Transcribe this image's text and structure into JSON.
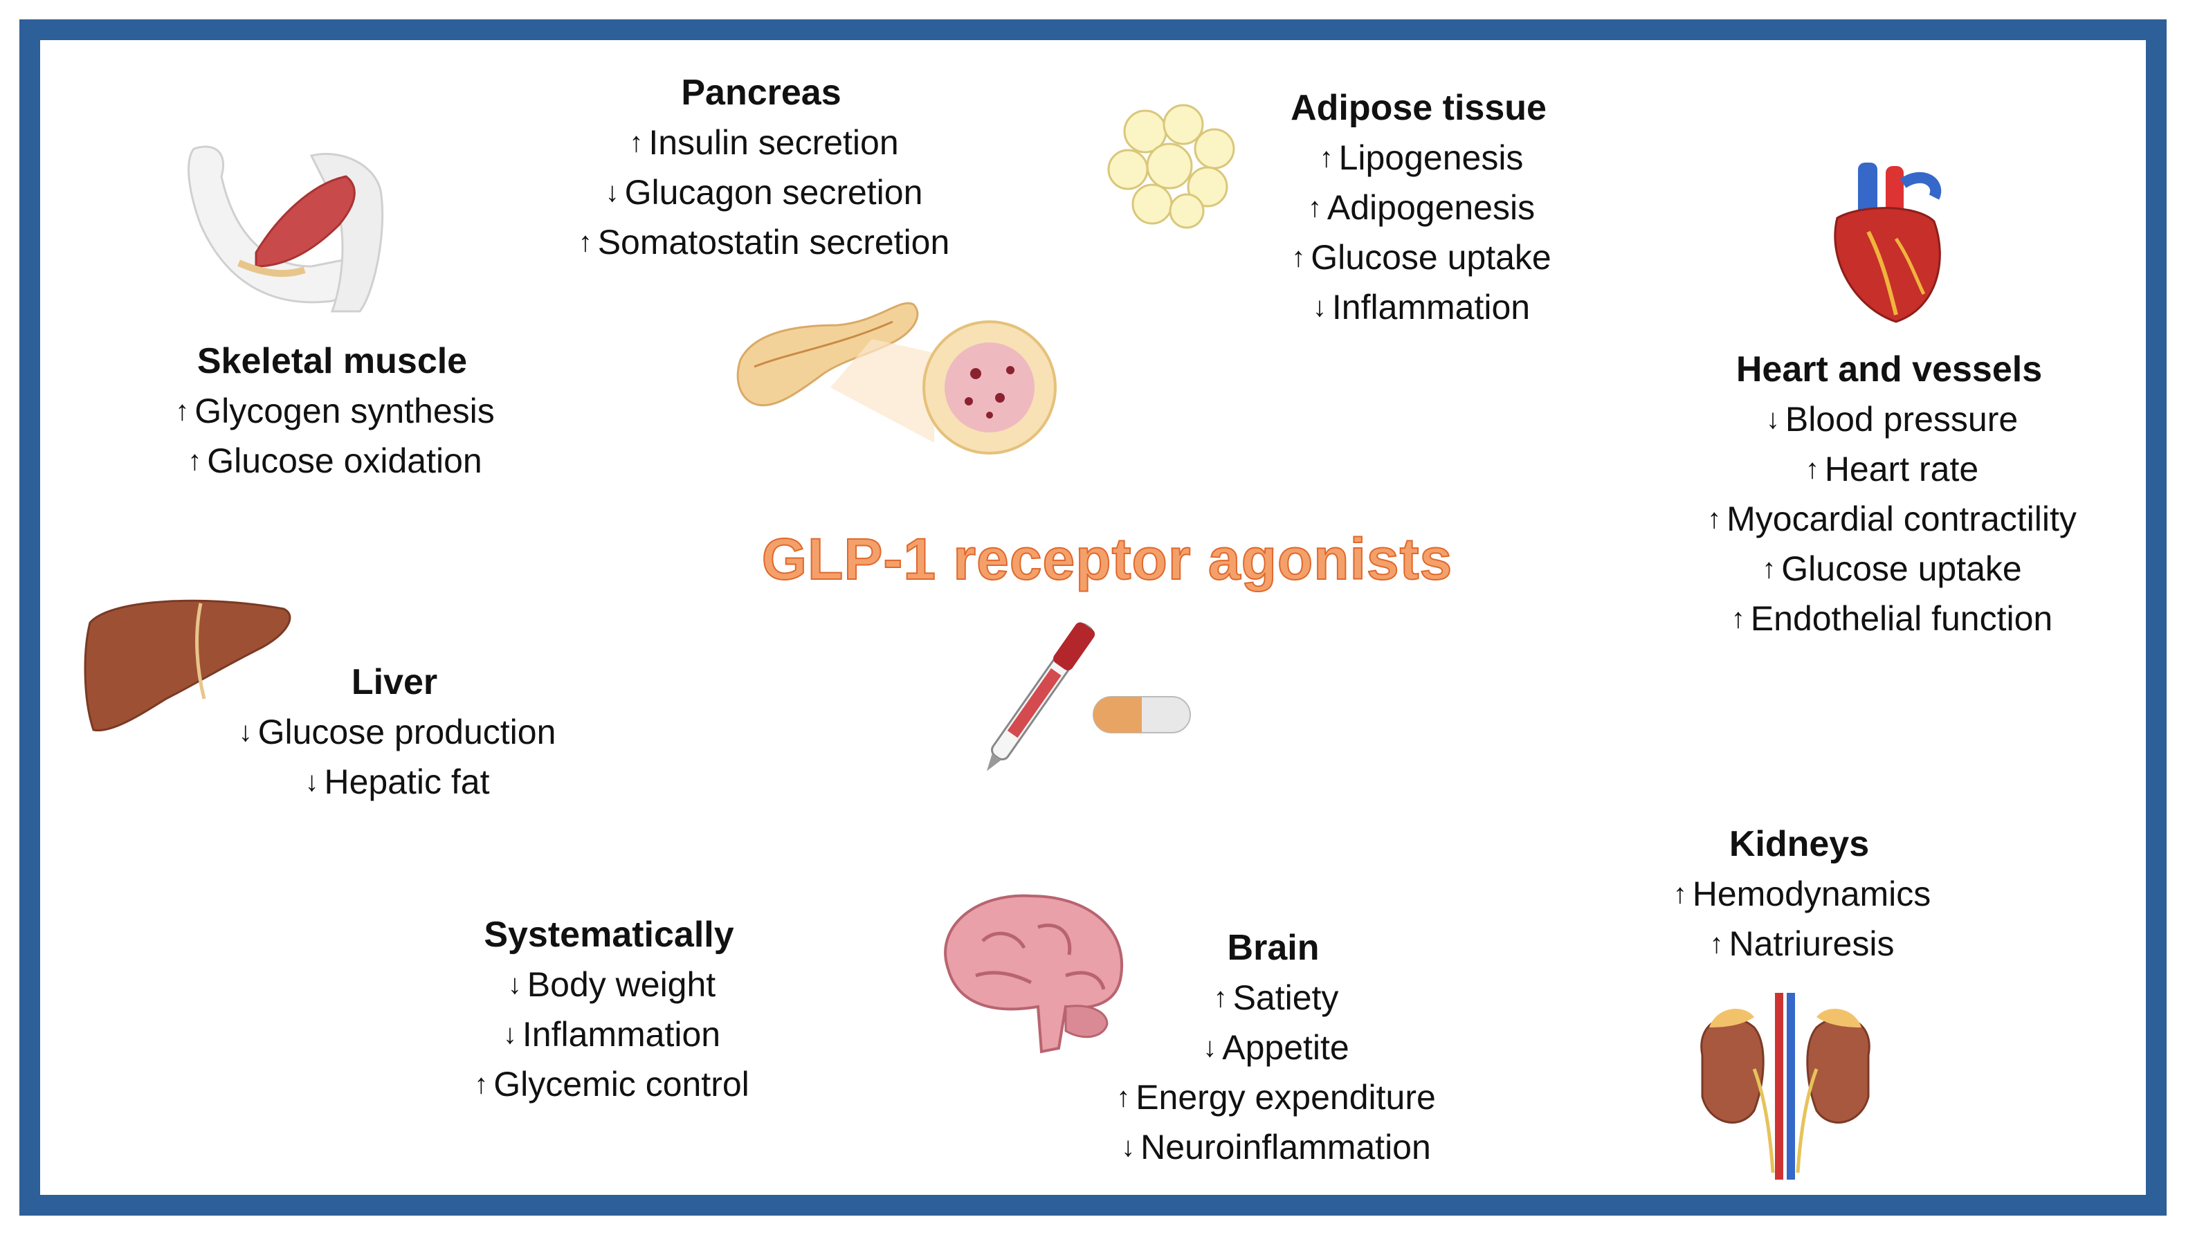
{
  "center_title": "GLP-1 receptor agonists",
  "colors": {
    "frame": "#2d5f99",
    "title_fill": "#f4a06a",
    "title_stroke": "#e0682c"
  },
  "icons": {
    "muscle": "arm-muscle-icon",
    "pancreas": "pancreas-icon",
    "adipose": "fat-cells-icon",
    "heart": "heart-icon",
    "liver": "liver-icon",
    "drug": "pen-and-pill-icon",
    "brain": "brain-icon",
    "kidneys": "kidneys-icon"
  },
  "organs": {
    "skeletal_muscle": {
      "title": "Skeletal muscle",
      "effects": [
        {
          "arrow": "↑",
          "text": "Glycogen synthesis"
        },
        {
          "arrow": "↑",
          "text": "Glucose oxidation"
        }
      ]
    },
    "pancreas": {
      "title": "Pancreas",
      "effects": [
        {
          "arrow": "↑",
          "text": "Insulin secretion"
        },
        {
          "arrow": "↓",
          "text": "Glucagon secretion"
        },
        {
          "arrow": "↑",
          "text": "Somatostatin secretion"
        }
      ]
    },
    "adipose": {
      "title": "Adipose tissue",
      "effects": [
        {
          "arrow": "↑",
          "text": "Lipogenesis"
        },
        {
          "arrow": "↑",
          "text": "Adipogenesis"
        },
        {
          "arrow": "↑",
          "text": "Glucose uptake"
        },
        {
          "arrow": "↓",
          "text": "Inflammation"
        }
      ]
    },
    "heart": {
      "title": "Heart and vessels",
      "effects": [
        {
          "arrow": "↓",
          "text": "Blood pressure"
        },
        {
          "arrow": "↑",
          "text": "Heart rate"
        },
        {
          "arrow": "↑",
          "text": "Myocardial contractility"
        },
        {
          "arrow": "↑",
          "text": "Glucose uptake"
        },
        {
          "arrow": "↑",
          "text": "Endothelial function"
        }
      ]
    },
    "liver": {
      "title": "Liver",
      "effects": [
        {
          "arrow": "↓",
          "text": "Glucose production"
        },
        {
          "arrow": "↓",
          "text": "Hepatic fat"
        }
      ]
    },
    "systemic": {
      "title": "Systematically",
      "effects": [
        {
          "arrow": "↓",
          "text": "Body weight"
        },
        {
          "arrow": "↓",
          "text": "Inflammation"
        },
        {
          "arrow": "↑",
          "text": "Glycemic control"
        }
      ]
    },
    "brain": {
      "title": "Brain",
      "effects": [
        {
          "arrow": "↑",
          "text": "Satiety"
        },
        {
          "arrow": "↓",
          "text": "Appetite"
        },
        {
          "arrow": "↑",
          "text": "Energy expenditure"
        },
        {
          "arrow": "↓",
          "text": "Neuroinflammation"
        }
      ]
    },
    "kidneys": {
      "title": "Kidneys",
      "effects": [
        {
          "arrow": "↑",
          "text": "Hemodynamics"
        },
        {
          "arrow": "↑",
          "text": "Natriuresis"
        }
      ]
    }
  }
}
